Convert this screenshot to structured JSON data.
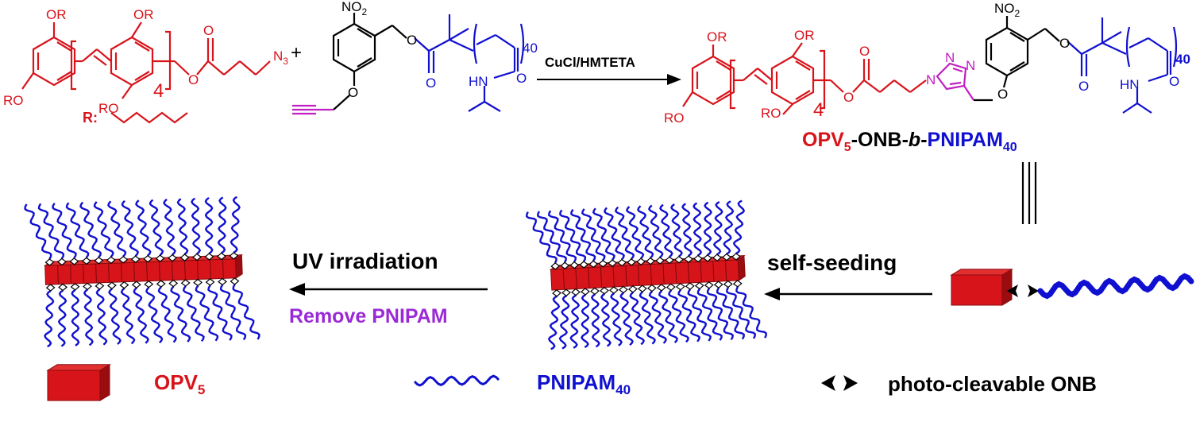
{
  "colors": {
    "opv": "#d8141b",
    "pnipam": "#1010d0",
    "linker": "#c020c0",
    "black": "#000000",
    "remove": "#9a2ad6"
  },
  "scheme": {
    "or_label": "OR",
    "ro_label": "RO",
    "no2_label": "NO",
    "no2_sub": "2",
    "n3_label": "N",
    "n3_sub": "3",
    "repeat_opv": "4",
    "repeat_pnipam": "40",
    "o_label": "O",
    "hn_label": "HN",
    "r_def": "R:",
    "plus": "+",
    "catalyst": "CuCl/HMTETA",
    "triazole_n": "N",
    "product_opv": "OPV",
    "product_opv_sub": "5",
    "product_mid": "-ONB-",
    "product_b": "b",
    "product_dash": "-",
    "product_pnipam": "PNIPAM",
    "product_pnipam_sub": "40"
  },
  "process": {
    "uv_label": "UV irradiation",
    "remove_label": "Remove PNIPAM",
    "self_seeding_label": "self-seeding"
  },
  "legend": {
    "opv": "OPV",
    "opv_sub": "5",
    "pnipam": "PNIPAM",
    "pnipam_sub": "40",
    "onb": "photo-cleavable ONB"
  }
}
